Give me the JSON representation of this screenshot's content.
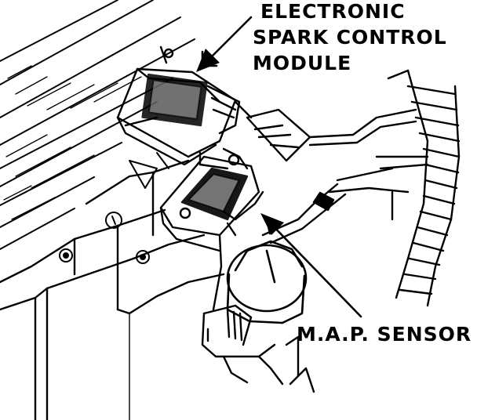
{
  "labels": {
    "esc_line1": "ELECTRONIC",
    "esc_line2": "SPARK CONTROL",
    "esc_line3": "MODULE",
    "map": "M.A.P. SENSOR"
  },
  "colors": {
    "ink": "#000000",
    "paper": "#ffffff"
  }
}
